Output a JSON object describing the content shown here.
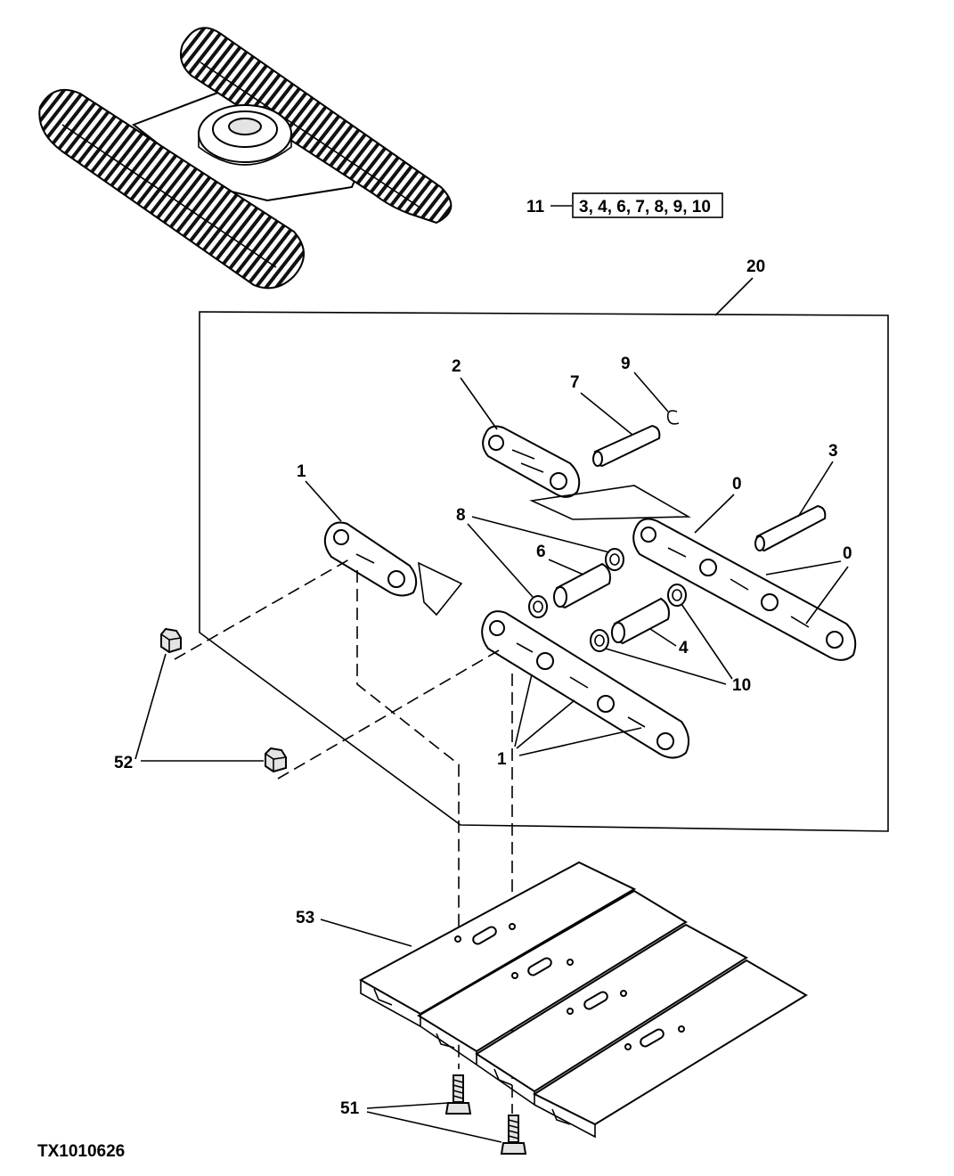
{
  "figure_id": "TX1010626",
  "kit": {
    "number": "11",
    "contents": "3, 4, 6, 7, 8, 9, 10"
  },
  "callouts": {
    "c20": "20",
    "c2": "2",
    "c7": "7",
    "c9": "9",
    "c3": "3",
    "c0a": "0",
    "c0b": "0",
    "c1a": "1",
    "c8": "8",
    "c6": "6",
    "c4": "4",
    "c10": "10",
    "c1b": "1",
    "c52": "52",
    "c53": "53",
    "c51": "51"
  },
  "icons": {
    "undercarriage": "undercarriage-illustration",
    "link": "track-link-illustration",
    "pin": "track-pin-illustration",
    "bushing": "bushing-illustration",
    "seal": "seal-ring-illustration",
    "retainer": "retainer-ring-illustration",
    "nut": "nut-illustration",
    "bolt": "bolt-illustration",
    "shoe": "track-shoe-illustration"
  }
}
